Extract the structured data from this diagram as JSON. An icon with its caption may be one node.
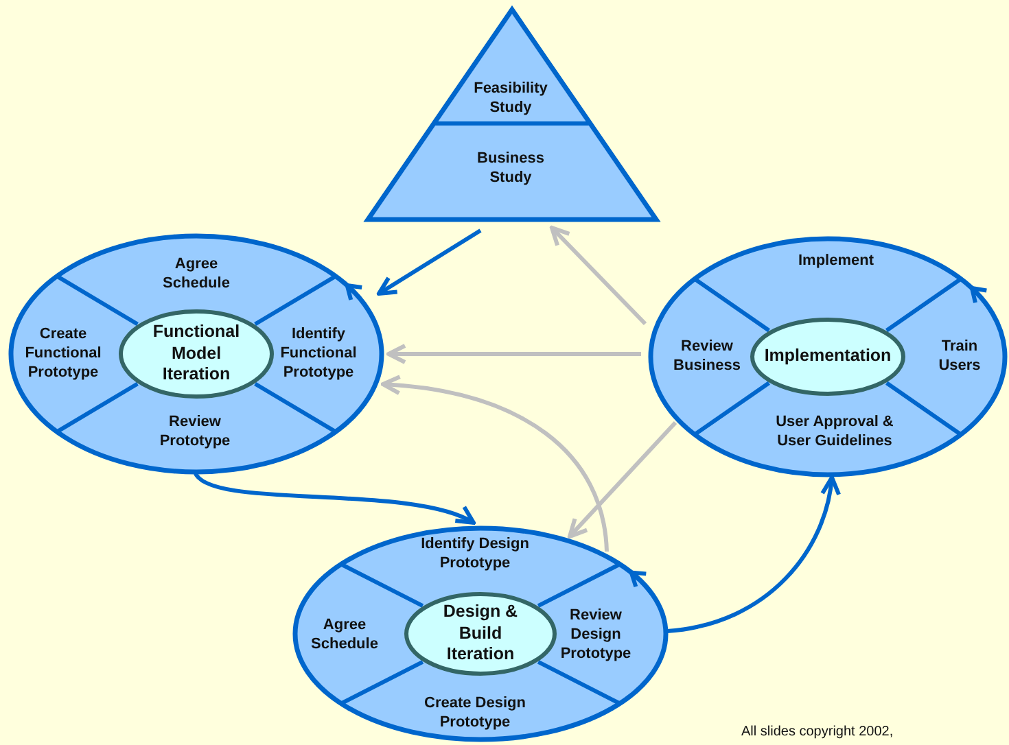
{
  "diagram": {
    "nodes": [
      {
        "text": [
          "Feasibility Study",
          "Business Study"
        ]
      },
      {
        "text": [
          "Agree Schedule",
          "Identify Functional Prototype",
          "Review Prototype",
          "Create Functional Prototype"
        ]
      },
      {
        "text": [
          "Functional Model Iteration"
        ],
        "in": 1
      },
      {
        "text": [
          "Implement",
          "Train Users",
          "User Approval & User Guidelines",
          "Review Business"
        ]
      },
      {
        "text": [
          "Implementation"
        ],
        "in": 3
      },
      {
        "text": [
          "Identify Design Prototype",
          "Review Design Prototype",
          "Create Design Prototype",
          "Agree Schedule"
        ]
      },
      {
        "text": [
          "Design & Build Iteration"
        ],
        "in": 5
      }
    ],
    "edges": [
      {
        "from": 0,
        "to": 1,
        "arrow": "to",
        "color": "#0066cc"
      },
      {
        "from": 1,
        "to": 5,
        "arrow": "to",
        "color": "#0066cc"
      },
      {
        "from": 5,
        "to": 3,
        "arrow": "to",
        "color": "#0066cc"
      },
      {
        "from": 3,
        "to": 0,
        "arrow": "to"
      },
      {
        "from": 3,
        "to": 1,
        "arrow": "to"
      },
      {
        "from": 3,
        "to": 5,
        "arrow": "to"
      },
      {
        "from": 5,
        "to": 1,
        "arrow": "to"
      }
    ],
    "labels": [
      "All slides copyright 2002,"
    ]
  }
}
